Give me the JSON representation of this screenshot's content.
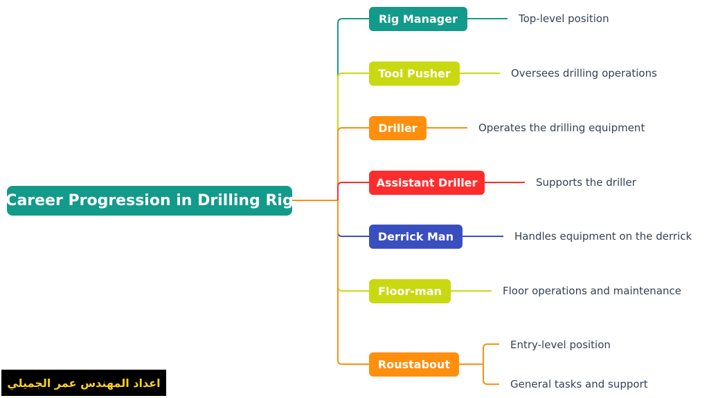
{
  "root": {
    "label": "Career Progression in Drilling Rig",
    "color": "#129a8a"
  },
  "roles": [
    {
      "label": "Rig Manager",
      "color": "#129a8a",
      "descriptions": [
        "Top-level position"
      ]
    },
    {
      "label": "Tool Pusher",
      "color": "#c9d911",
      "descriptions": [
        "Oversees drilling operations"
      ]
    },
    {
      "label": "Driller",
      "color": "#ff8f0d",
      "descriptions": [
        "Operates the drilling equipment"
      ]
    },
    {
      "label": "Assistant Driller",
      "color": "#fe2d2d",
      "descriptions": [
        "Supports the driller"
      ]
    },
    {
      "label": "Derrick Man",
      "color": "#3a4fbf",
      "descriptions": [
        "Handles equipment on the derrick"
      ]
    },
    {
      "label": "Floor-man",
      "color": "#c9d911",
      "descriptions": [
        "Floor operations and maintenance"
      ]
    },
    {
      "label": "Roustabout",
      "color": "#ff8f0d",
      "descriptions": [
        "Entry-level position",
        "General tasks and support"
      ]
    }
  ],
  "credit": {
    "text": "اعداد المهندس عمر الجميلي",
    "background": "#000000",
    "color": "#ffd21a"
  }
}
